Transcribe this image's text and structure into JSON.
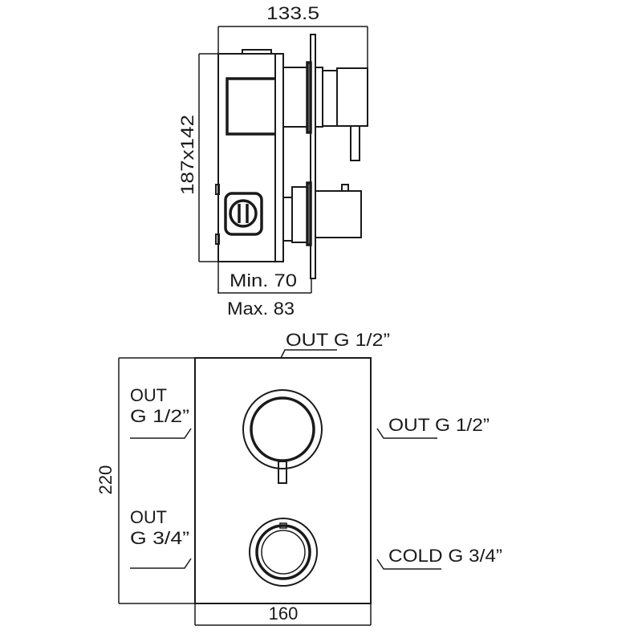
{
  "side_view": {
    "width_dim": "133.5",
    "box_dim": "187x142",
    "min_dim": "Min. 70",
    "max_dim": "Max. 83"
  },
  "front_view": {
    "top_outlet": "OUT G 1/2”",
    "left_upper_label_1": "OUT",
    "left_upper_label_2": "G 1/2”",
    "left_lower_label_1": "OUT",
    "left_lower_label_2": "G 3/4”",
    "right_upper_label": "OUT G 1/2”",
    "right_lower_label": "COLD G 3/4”",
    "height_dim": "220",
    "width_dim": "160"
  }
}
